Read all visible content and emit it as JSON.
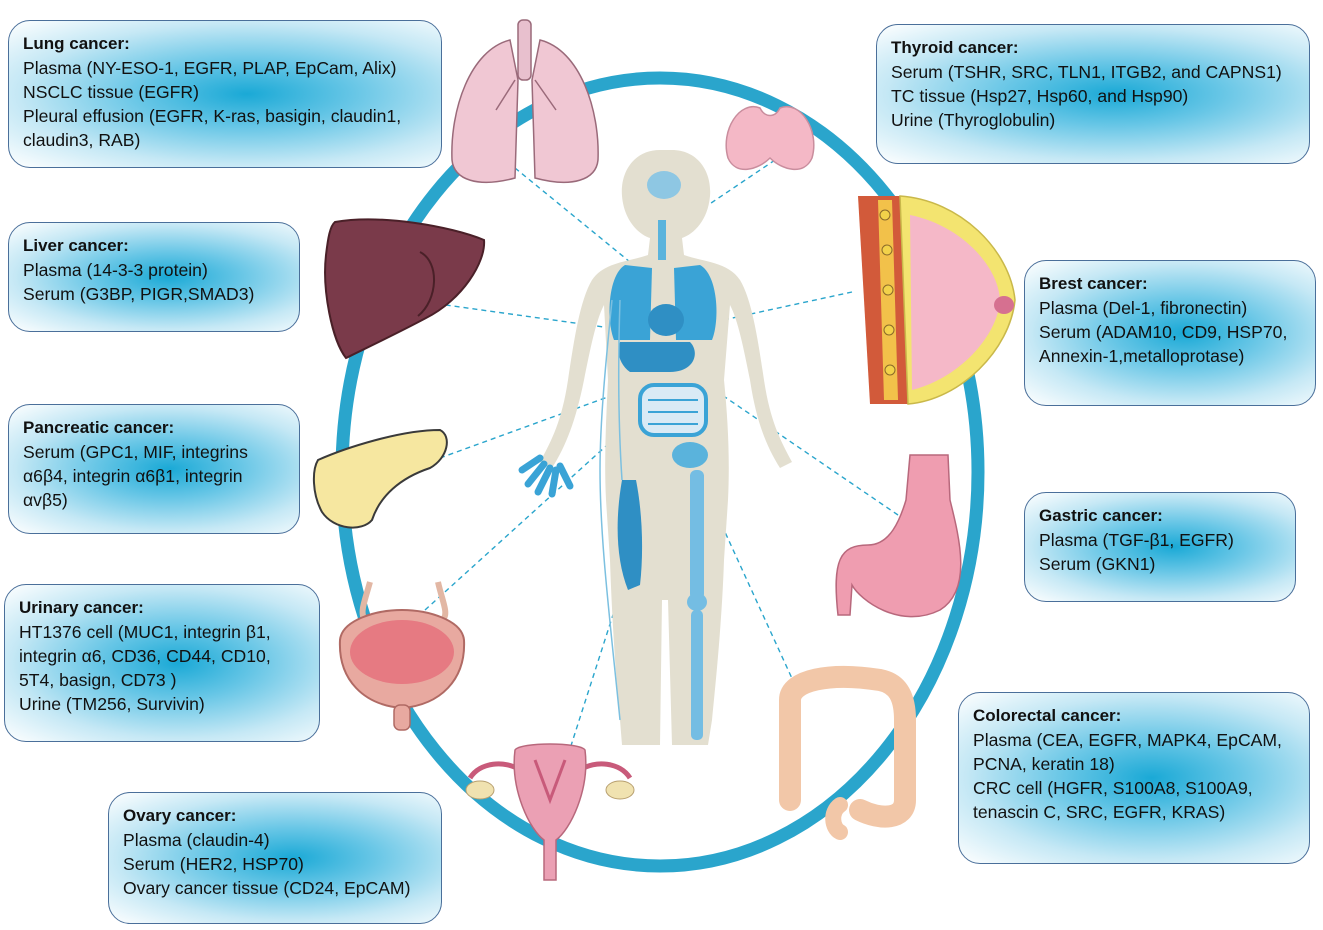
{
  "colors": {
    "ring": "#2aa5cc",
    "box_center": "#1aa9d6",
    "box_border": "#4a6f9a",
    "connector": "#2aa5cc"
  },
  "boxes": {
    "lung": {
      "title": "Lung cancer:",
      "lines": [
        "Plasma (NY-ESO-1, EGFR, PLAP, EpCam, Alix)",
        "NSCLC tissue (EGFR)",
        "Pleural effusion (EGFR, K-ras, basigin, claudin1,",
        "claudin3, RAB)"
      ]
    },
    "thyroid": {
      "title": "Thyroid cancer:",
      "lines": [
        "Serum (TSHR, SRC, TLN1, ITGB2, and CAPNS1)",
        "TC tissue (Hsp27, Hsp60, and Hsp90)",
        "Urine (Thyroglobulin)"
      ]
    },
    "liver": {
      "title": "Liver cancer:",
      "lines": [
        "Plasma (14-3-3 protein)",
        "Serum (G3BP, PIGR,SMAD3)"
      ]
    },
    "breast": {
      "title": "Brest cancer:",
      "lines": [
        "Plasma (Del-1, fibronectin)",
        "Serum (ADAM10, CD9, HSP70,",
        "Annexin-1,metalloprotase)"
      ]
    },
    "pancreatic": {
      "title": "Pancreatic cancer:",
      "lines": [
        "Serum (GPC1, MIF, integrins",
        "α6β4, integrin α6β1, integrin",
        "αvβ5)"
      ]
    },
    "gastric": {
      "title": "Gastric cancer:",
      "lines": [
        "Plasma (TGF-β1, EGFR)",
        "Serum (GKN1)"
      ]
    },
    "urinary": {
      "title": "Urinary cancer:",
      "lines": [
        "HT1376 cell (MUC1, integrin β1,",
        "integrin α6, CD36, CD44, CD10,",
        "5T4, basign, CD73 )",
        "Urine (TM256, Survivin)"
      ]
    },
    "colorectal": {
      "title": "Colorectal cancer:",
      "lines": [
        "Plasma (CEA, EGFR, MAPK4, EpCAM,",
        "PCNA, keratin 18)",
        "CRC cell (HGFR, S100A8, S100A9,",
        "tenascin C, SRC, EGFR, KRAS)"
      ]
    },
    "ovary": {
      "title": "Ovary cancer:",
      "lines": [
        "Plasma (claudin-4)",
        "Serum (HER2, HSP70)",
        "Ovary cancer tissue (CD24, EpCAM)"
      ]
    }
  },
  "illustrations": [
    "lungs",
    "thyroid",
    "liver",
    "breast",
    "pancreas",
    "stomach",
    "bladder",
    "colon",
    "uterus",
    "human-body"
  ]
}
